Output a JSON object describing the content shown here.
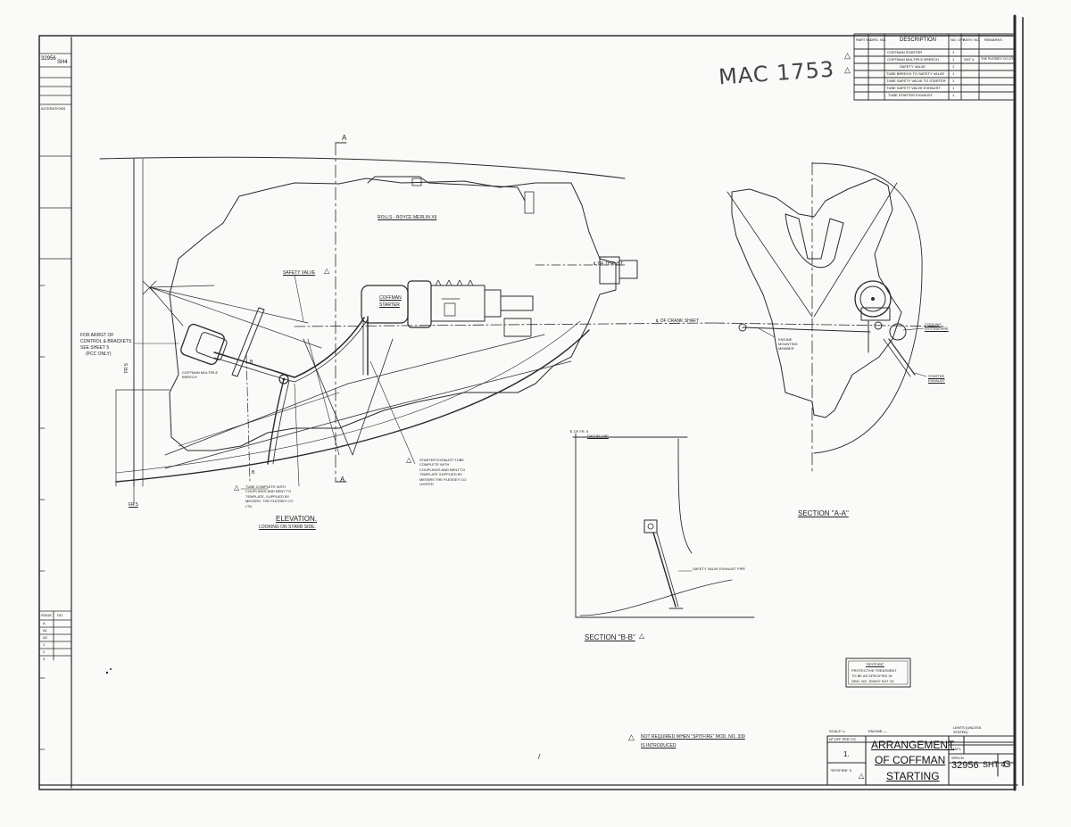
{
  "handwritten_ref": "MAC 1753",
  "parts_table": {
    "headers": [
      "PART NO.",
      "DRG. NO.",
      "DESCRIPTION",
      "NO. OFF",
      "ASSY. NO.",
      "REMARKS"
    ],
    "rows": [
      {
        "description": "COFFMAN STARTER",
        "no_off": "1",
        "assy_no": "",
        "remarks": ""
      },
      {
        "description": "COFFMAN MULTIPLE BREECH",
        "no_off": "1",
        "assy_no": "SHT 4",
        "remarks": "THE PLESSEY CO LTD"
      },
      {
        "description": "SAFETY VALVE",
        "no_off": "1",
        "assy_no": "",
        "remarks": ""
      },
      {
        "description": "TUBE BREECH TO SAFETY VALVE",
        "no_off": "1",
        "assy_no": "",
        "remarks": ""
      },
      {
        "description": "TUBE SAFETY VALVE TO STARTER",
        "no_off": "1",
        "assy_no": "",
        "remarks": ""
      },
      {
        "description": "TUBE SAFETY VALVE EXHAUST",
        "no_off": "1",
        "assy_no": "",
        "remarks": ""
      },
      {
        "description": "TUBE STARTER EXHAUST",
        "no_off": "1",
        "assy_no": "",
        "remarks": ""
      }
    ]
  },
  "left_strip": {
    "drawing_no": "32956",
    "sheet": "SH4",
    "alterations": "ALTERATIONS",
    "issue": "ISSUE",
    "issue_col2": "DO",
    "issue_rows": [
      "A",
      "A1",
      "A2",
      "1",
      "2",
      "3"
    ]
  },
  "labels": {
    "engine": "ROLLS - ROYCE MERLIN XII",
    "safety_valve": "SAFETY VALVE",
    "coffman_starter": "COFFMAN STARTER",
    "thrust": "℄ OF THRUST",
    "crank_shaft": "℄ OF CRANK SHAFT",
    "for_arrgt": "FOR ARRGT OF CONTROL & BRACKETS SEE SHEET 5",
    "pcc_only": "(PCC ONLY)",
    "multiple_breech": "COFFMAN MULTIPLE BREECH",
    "fr5_vertical": "FR 5",
    "fr5": "FR 5",
    "section_a_top": "A",
    "section_a_bottom": "A",
    "section_b_top": "B",
    "section_b_bottom": "B",
    "tube_note": "TUBE COMPLETE WITH COUPLINGS AND BENT TO TEMPLATE, SUPPLIED BY MESSRS. THE PLESSEY CO LTD.",
    "starter_exhaust_note": "STARTER EXHAUST TUBE COMPLETE WITH COUPLINGS AND BENT TO TEMPLATE SUPPLIED BY MESSRS THE PLESSEY CO LIMITED",
    "elevation": "ELEVATION.",
    "looking": "LOOKING ON STARB SIDE.",
    "engine_mounting": "ENGINE MOUNTING MEMBER",
    "cooling_pipe": "COOLING SYSTEM PIPE",
    "starter_exhaust": "STARTER EXHAUST",
    "section_aa": "SECTION \"A-A\"",
    "cl_fr5": "℄ OF FR. 5",
    "datum_line": "DATUM LINE",
    "sv_exhaust_pipe": "SAFETY VALVE EXHAUST PIPE",
    "section_bb": "SECTION \"B-B\"",
    "spitfire_box": {
      "title": "\"SPITFIRE\"",
      "line1": "PROTECTIVE TREATMENT",
      "line2": "TO BE AS SPECIFIED IN",
      "line3": "DRG. NO. 300007 SHT 23."
    },
    "not_required_1": "NOT REQUIRED WHEN \"SPITFIRE\" MOD. NO. 339",
    "not_required_2": "IS INTRODUCED",
    "sketch_mark": "/"
  },
  "title_block": {
    "scale": "SCALE ¼",
    "engine": "ENGINE:—",
    "limits": "LIMITS (UNLESS STATED)",
    "off_per": "Nº OFF PER Y/C",
    "off_value": "1.",
    "aircraft": "\"SPITFIRE\" II",
    "title_lines": [
      "ARRANGEMENT",
      "OF COFFMAN",
      "STARTING"
    ],
    "matl": "MAT'L",
    "spec": "SPECN",
    "drawing_no": "32956",
    "sheet": "SHT 4",
    "issue": "G"
  },
  "colors": {
    "ink": "#222222",
    "paper": "#fafaf8"
  }
}
